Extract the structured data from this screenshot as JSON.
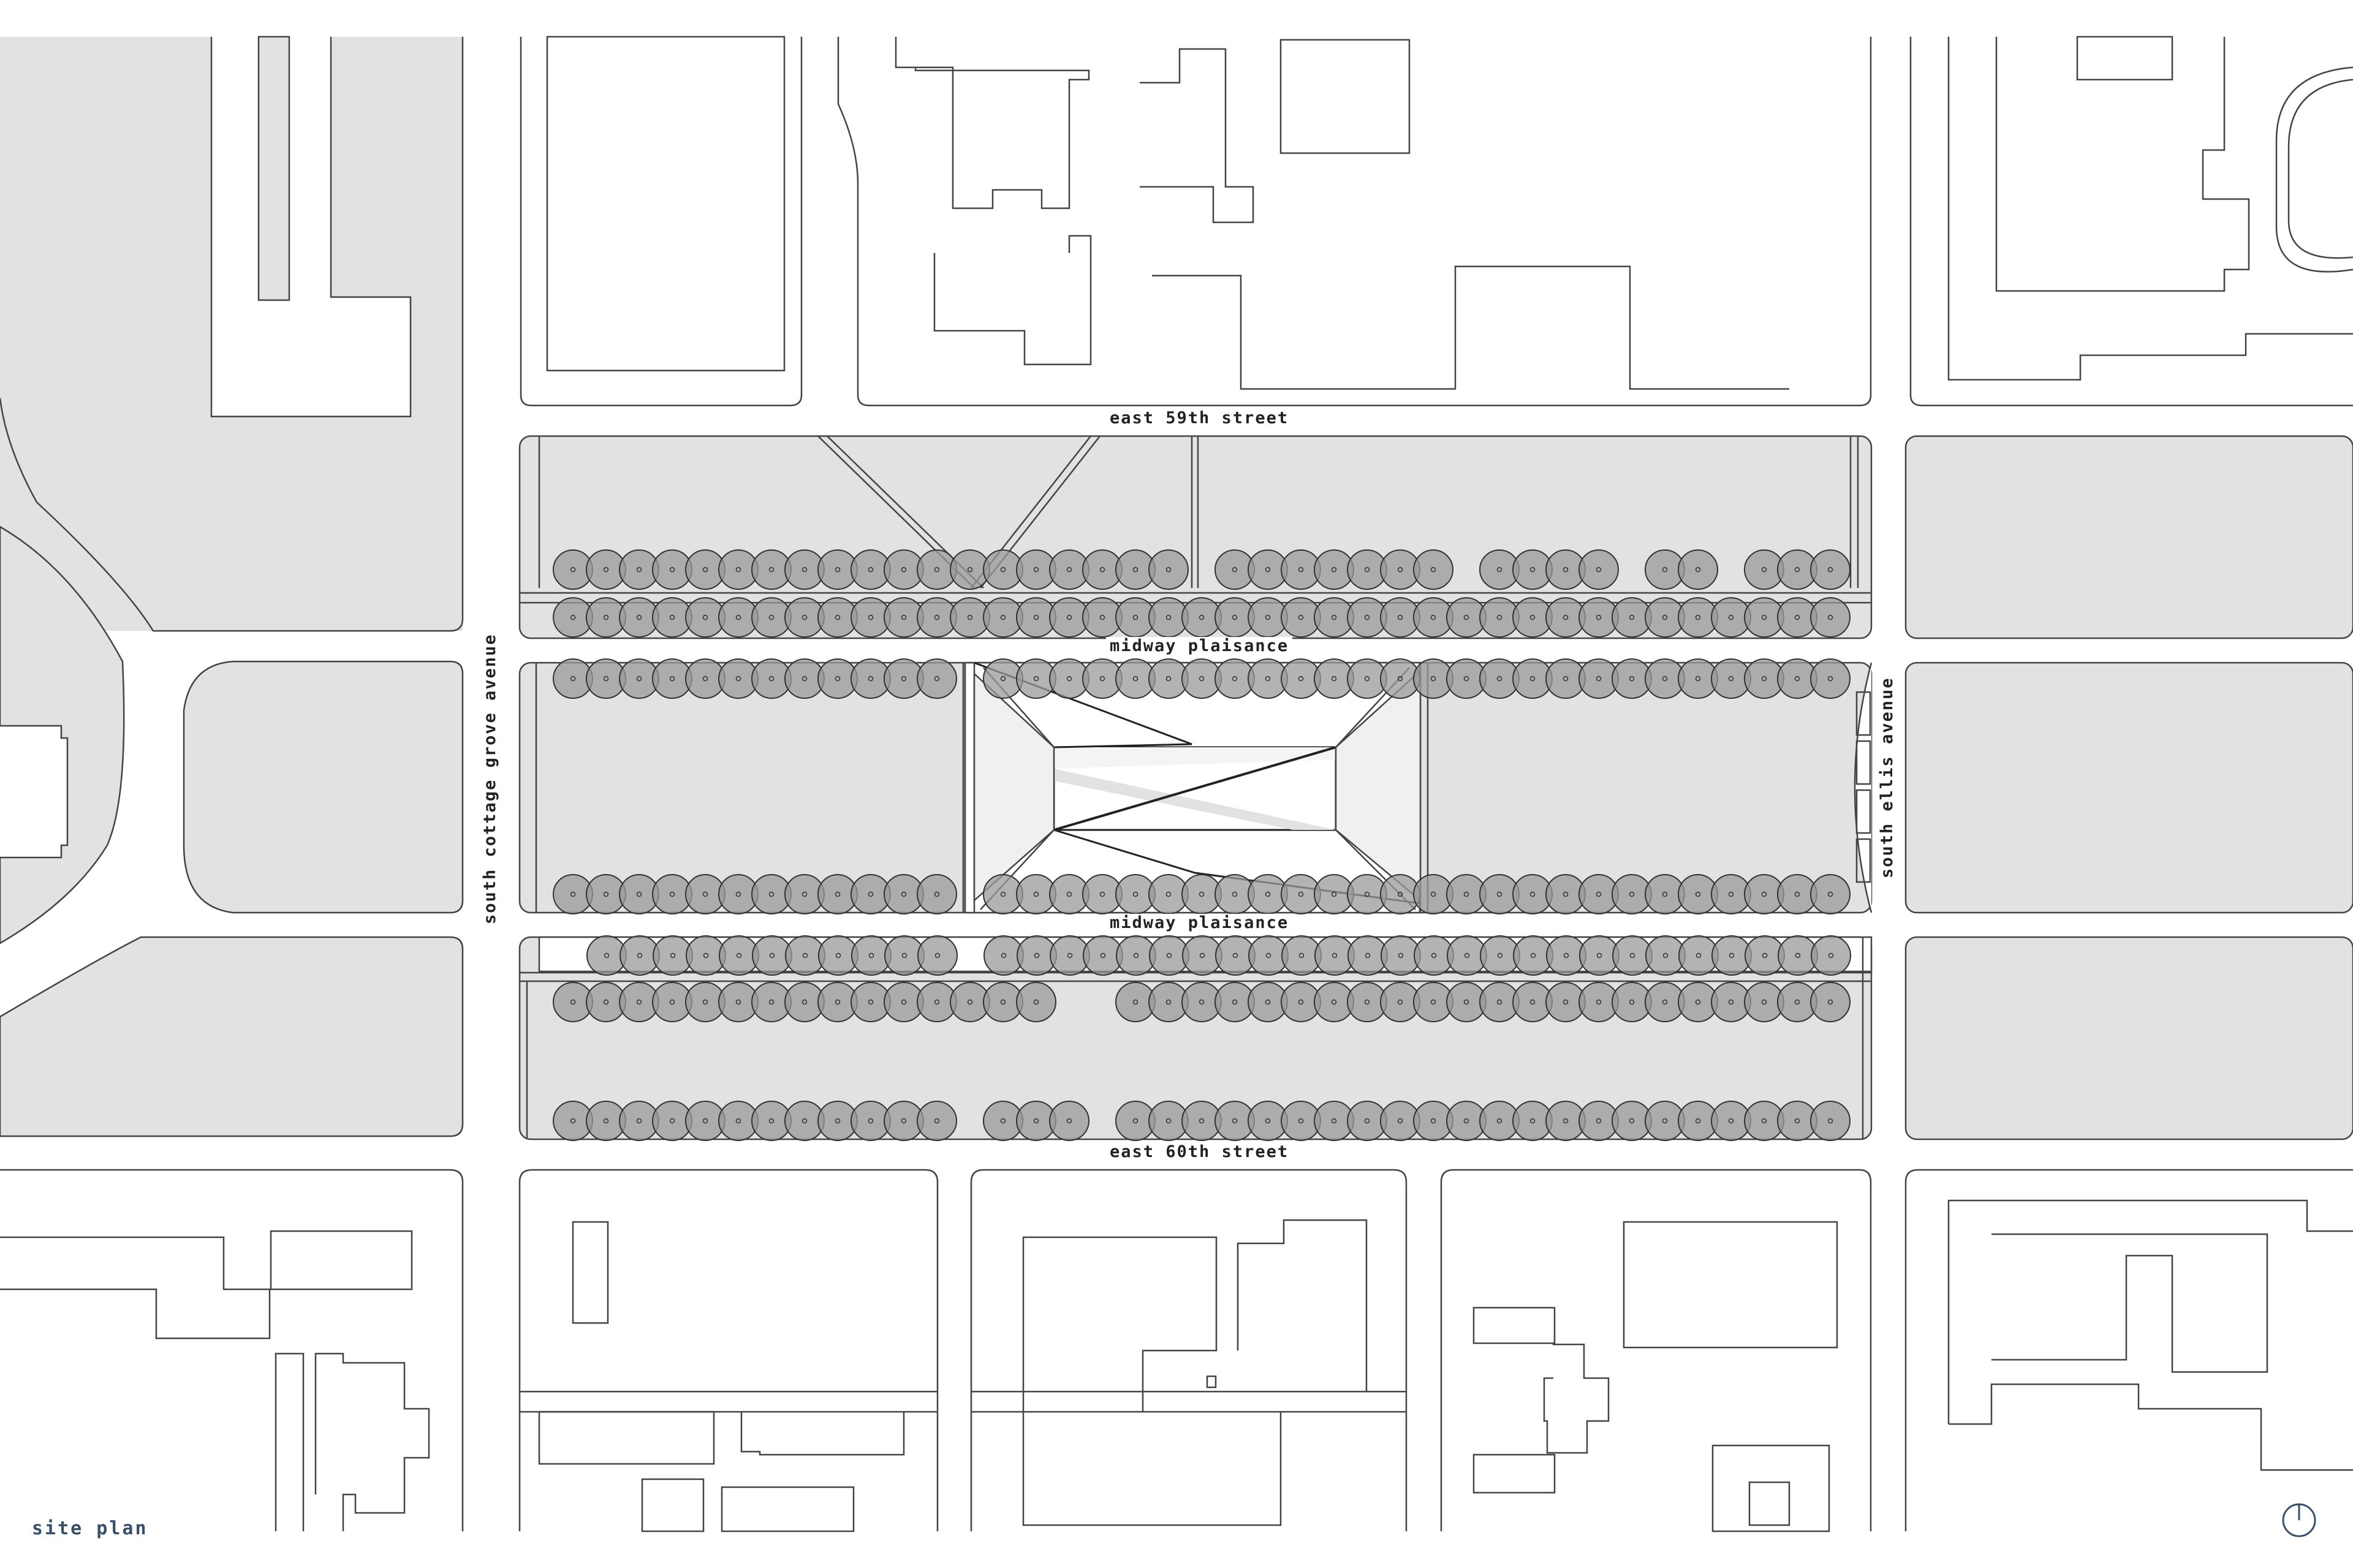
{
  "caption": "site plan",
  "streets": {
    "north": "east 59th street",
    "south": "east 60th street",
    "midway_upper": "midway plaisance",
    "midway_lower": "midway plaisance",
    "west": "south cottage grove avenue",
    "east": "south ellis avenue"
  },
  "icons": {
    "north_arrow": "north-arrow-icon"
  },
  "colors": {
    "green_space": "#e2e2e2",
    "tree_canopy": "#9a9a9a",
    "outline": "#3a3a3a",
    "caption": "#3a5068"
  }
}
